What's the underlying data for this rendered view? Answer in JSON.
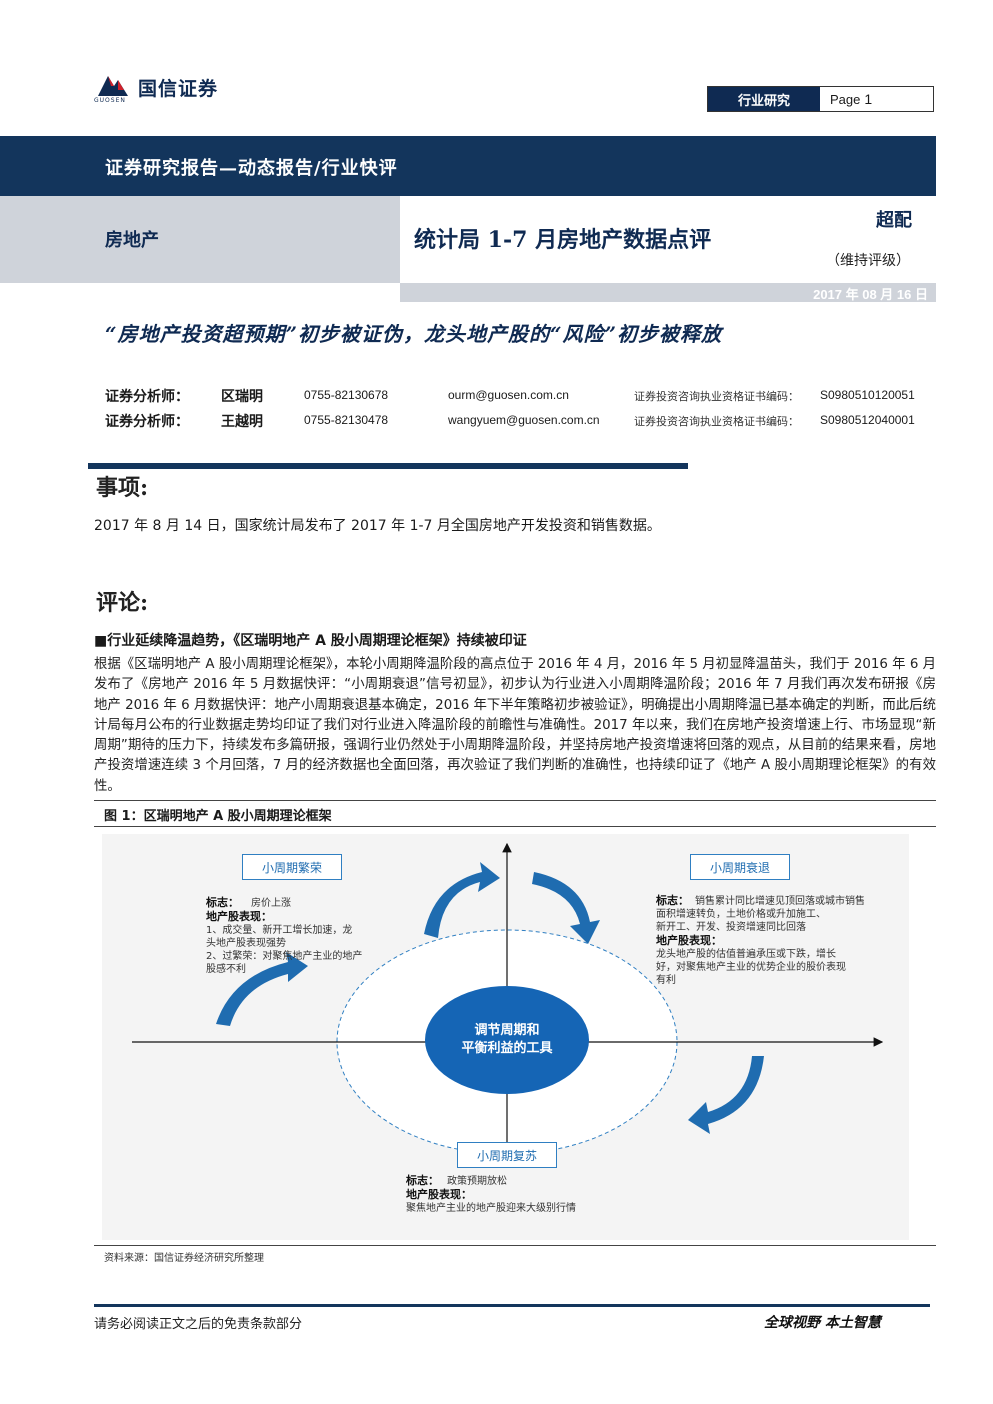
{
  "header": {
    "logo_text": "国信证券",
    "logo_sub": "GUOSEN",
    "tag": "行业研究",
    "page_label": "Page",
    "page_number": "1",
    "report_type": "证券研究报告—动态报告/行业快评",
    "sector": "房地产",
    "title": "统计局 1-7 月房地产数据点评",
    "rating": "超配",
    "rating_note": "（维持评级）",
    "date": "2017 年 08 月 16 日"
  },
  "headline": "“房地产投资超预期”初步被证伪，龙头地产股的“风险”初步被释放",
  "analysts": [
    {
      "role": "证券分析师：",
      "name": "区瑞明",
      "phone": "0755-82130678",
      "email": "ourm@guosen.com.cn",
      "cert_label": "证券投资咨询执业资格证书编码：",
      "cert": "S0980510120051"
    },
    {
      "role": "证券分析师：",
      "name": "王越明",
      "phone": "0755-82130478",
      "email": "wangyuem@guosen.com.cn",
      "cert_label": "证券投资咨询执业资格证书编码：",
      "cert": "S0980512040001"
    }
  ],
  "event": {
    "heading": "事项:",
    "text": "2017 年 8 月 14 日，国家统计局发布了 2017 年 1-7 月全国房地产开发投资和销售数据。"
  },
  "comment": {
    "heading": "评论:",
    "subheading": "■行业延续降温趋势，《区瑞明地产 A 股小周期理论框架》持续被印证",
    "body": "根据《区瑞明地产 A 股小周期理论框架》，本轮小周期降温阶段的高点位于 2016 年 4 月，2016 年 5 月初显降温苗头，我们于 2016 年 6 月发布了《房地产 2016 年 5 月数据快评：“小周期衰退”信号初显》，初步认为行业进入小周期降温阶段；2016 年 7 月我们再次发布研报《房地产 2016 年 6 月数据快评：地产小周期衰退基本确定，2016 年下半年策略初步被验证》，明确提出小周期降温已基本确定的判断，而此后统计局每月公布的行业数据走势均印证了我们对行业进入降温阶段的前瞻性与准确性。2017 年以来，我们在房地产投资增速上行、市场显现“新周期”期待的压力下，持续发布多篇研报，强调行业仍然处于小周期降温阶段，并坚持房地产投资增速将回落的观点，从目前的结果来看，房地产投资增速连续 3 个月回落，7 月的经济数据也全面回落，再次验证了我们判断的准确性，也持续印证了《地产 A 股小周期理论框架》的有效性。"
  },
  "figure": {
    "caption": "图 1：区瑞明地产 A 股小周期理论框架",
    "box_boom": "小周期繁荣",
    "box_decline": "小周期衰退",
    "box_recovery": "小周期复苏",
    "center_line1": "调节周期和",
    "center_line2": "平衡利益的工具",
    "boom_sign_label": "标志：",
    "boom_sign": "房价上涨",
    "boom_perf_label": "地产股表现：",
    "boom_perf_1": "1、成交量、新开工增长加速，龙",
    "boom_perf_1b": "头地产股表现强势",
    "boom_perf_2": "2、过繁荣：对聚焦地产主业的地产",
    "boom_perf_2b": "股感不利",
    "decline_sign_label": "标志：",
    "decline_sign": "销售累计同比增速见顶回落或城市销售",
    "decline_sign_b": "面积增速转负，土地价格或升加施工、",
    "decline_sign_c": "新开工、开发、投资增速同比回落",
    "decline_perf_label": "地产股表现：",
    "decline_perf": "龙头地产股的估值普遍承压或下跌，增长",
    "decline_perf_b": "好，对聚焦地产主业的优势企业的股价表现",
    "decline_perf_c": "有利",
    "recovery_sign_label": "标志：",
    "recovery_sign": "政策预期放松",
    "recovery_perf_label": "地产股表现：",
    "recovery_perf": "聚焦地产主业的地产股迎来大级别行情",
    "source": "资料来源：国信证券经济研究所整理"
  },
  "footer": {
    "left": "请务必阅读正文之后的免责条款部分",
    "right": "全球视野  本土智慧"
  },
  "colors": {
    "navy": "#13355c",
    "gray_band": "#cfd3da",
    "figure_blue": "#1f6cb0"
  }
}
